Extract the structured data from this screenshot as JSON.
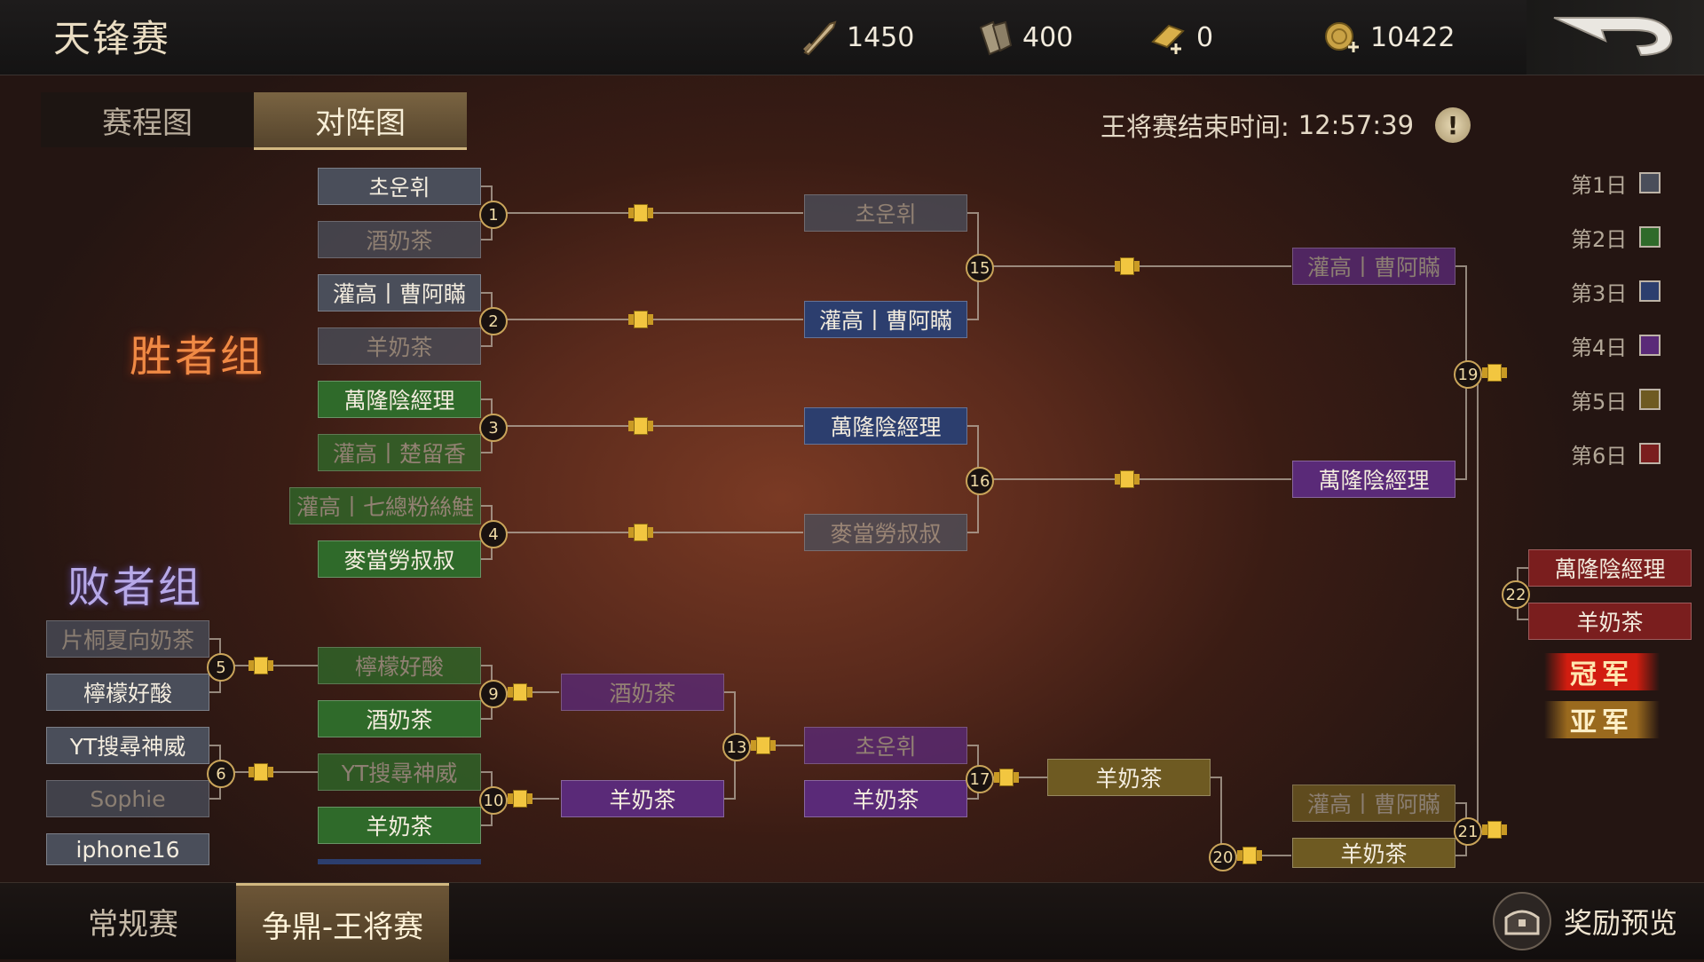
{
  "header": {
    "title": "天锋赛",
    "resources": [
      {
        "icon": "sword-token-icon",
        "value": "1450"
      },
      {
        "icon": "scroll-bundle-icon",
        "value": "400"
      },
      {
        "icon": "gold-bar-plus-icon",
        "value": "0"
      },
      {
        "icon": "coin-plus-icon",
        "value": "10422"
      }
    ],
    "back_icon": "return-arrow-icon"
  },
  "tabs": [
    {
      "label": "赛程图",
      "active": false
    },
    {
      "label": "对阵图",
      "active": true
    }
  ],
  "timer": {
    "label": "王将赛结束时间:",
    "value": "12:57:39",
    "icon": "info-icon"
  },
  "groups": {
    "winners": "胜者组",
    "losers": "败者组"
  },
  "legend": [
    {
      "label": "第1日",
      "color": "#4a4e5a"
    },
    {
      "label": "第2日",
      "color": "#2f6a2a"
    },
    {
      "label": "第3日",
      "color": "#2c3e6e"
    },
    {
      "label": "第4日",
      "color": "#5a2a78"
    },
    {
      "label": "第5日",
      "color": "#6e5a22"
    },
    {
      "label": "第6日",
      "color": "#7a1e1e"
    }
  ],
  "bracket": {
    "r1": [
      {
        "name": "초운휘",
        "day": 1,
        "dim": false
      },
      {
        "name": "酒奶茶",
        "day": 1,
        "dim": true
      },
      {
        "name": "灌高丨曹阿瞞",
        "day": 1,
        "dim": false
      },
      {
        "name": "羊奶茶",
        "day": 1,
        "dim": true
      },
      {
        "name": "萬隆陰經理",
        "day": 2,
        "dim": false
      },
      {
        "name": "灌高丨楚留香",
        "day": 2,
        "dim": true
      },
      {
        "name": "灌高丨七總粉絲鮭",
        "day": 2,
        "dim": true
      },
      {
        "name": "麥當勞叔叔",
        "day": 2,
        "dim": false
      }
    ],
    "r2": [
      {
        "name": "초운휘",
        "day": 1,
        "dim": true
      },
      {
        "name": "灌高丨曹阿瞞",
        "day": 3,
        "dim": false
      },
      {
        "name": "萬隆陰經理",
        "day": 3,
        "dim": false
      },
      {
        "name": "麥當勞叔叔",
        "day": 1,
        "dim": true
      }
    ],
    "r3": [
      {
        "name": "灌高丨曹阿瞞",
        "day": 4,
        "dim": true
      },
      {
        "name": "萬隆陰經理",
        "day": 4,
        "dim": false
      }
    ],
    "final": [
      {
        "name": "萬隆陰經理",
        "day": 6,
        "dim": false
      },
      {
        "name": "羊奶茶",
        "day": 6,
        "dim": false
      }
    ],
    "champion_label": "冠军",
    "runnerup_label": "亚军",
    "losers_r1": [
      {
        "name": "片桐夏向奶茶",
        "day": 1,
        "dim": true
      },
      {
        "name": "檸檬好酸",
        "day": 1,
        "dim": false
      },
      {
        "name": "YT搜尋神威",
        "day": 1,
        "dim": false
      },
      {
        "name": "Sophie",
        "day": 1,
        "dim": true
      },
      {
        "name": "iphone16",
        "day": 1,
        "dim": false
      }
    ],
    "losers_r2": [
      {
        "name": "檸檬好酸",
        "day": 2,
        "dim": true
      },
      {
        "name": "酒奶茶",
        "day": 2,
        "dim": false
      },
      {
        "name": "YT搜尋神威",
        "day": 2,
        "dim": true
      },
      {
        "name": "羊奶茶",
        "day": 2,
        "dim": false
      }
    ],
    "losers_r3": [
      {
        "name": "酒奶茶",
        "day": 4,
        "dim": true
      },
      {
        "name": "羊奶茶",
        "day": 4,
        "dim": false
      }
    ],
    "losers_r4": [
      {
        "name": "초운휘",
        "day": 4,
        "dim": true
      },
      {
        "name": "羊奶茶",
        "day": 4,
        "dim": false
      }
    ],
    "losers_r5": {
      "name": "羊奶茶",
      "day": 5,
      "dim": false
    },
    "losers_final": [
      {
        "name": "灌高丨曹阿瞞",
        "day": 5,
        "dim": true
      },
      {
        "name": "羊奶茶",
        "day": 5,
        "dim": false
      }
    ],
    "match_numbers": [
      "1",
      "2",
      "3",
      "4",
      "15",
      "16",
      "19",
      "22",
      "5",
      "6",
      "9",
      "10",
      "13",
      "17",
      "20",
      "21"
    ]
  },
  "bottom": {
    "tabs": [
      {
        "label": "常规赛",
        "active": false
      },
      {
        "label": "争鼎-王将赛",
        "active": true
      }
    ],
    "reward_label": "奖励预览",
    "reward_icon": "treasure-chest-icon"
  }
}
